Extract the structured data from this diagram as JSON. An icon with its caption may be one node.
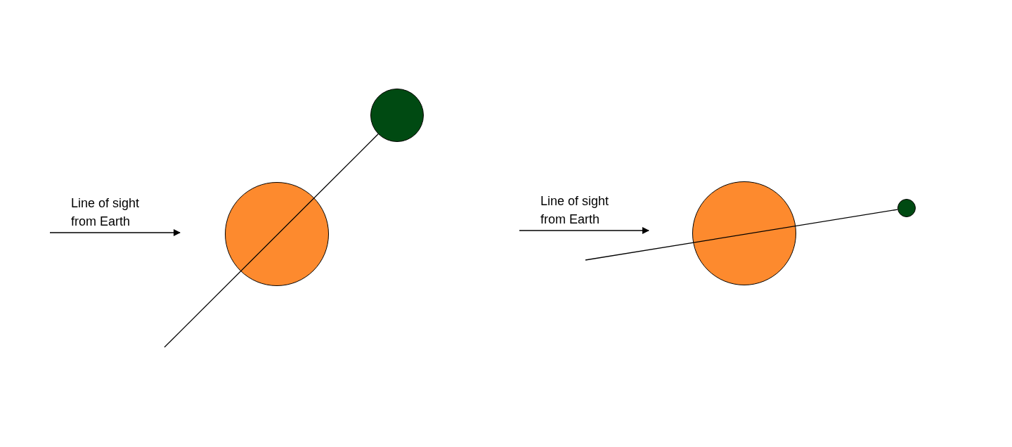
{
  "diagram": {
    "nodes": [
      {
        "text": [],
        "shape": "circle"
      },
      {
        "text": [],
        "shape": "circle"
      },
      {
        "text": [],
        "shape": "circle"
      },
      {
        "text": [],
        "shape": "circle"
      }
    ],
    "edges": [
      {
        "from": 1,
        "to": null,
        "arrow": "none"
      },
      {
        "from": 3,
        "to": null,
        "arrow": "none"
      }
    ],
    "labels": [
      "Line of sight from Earth",
      "Line of sight from Earth"
    ]
  }
}
